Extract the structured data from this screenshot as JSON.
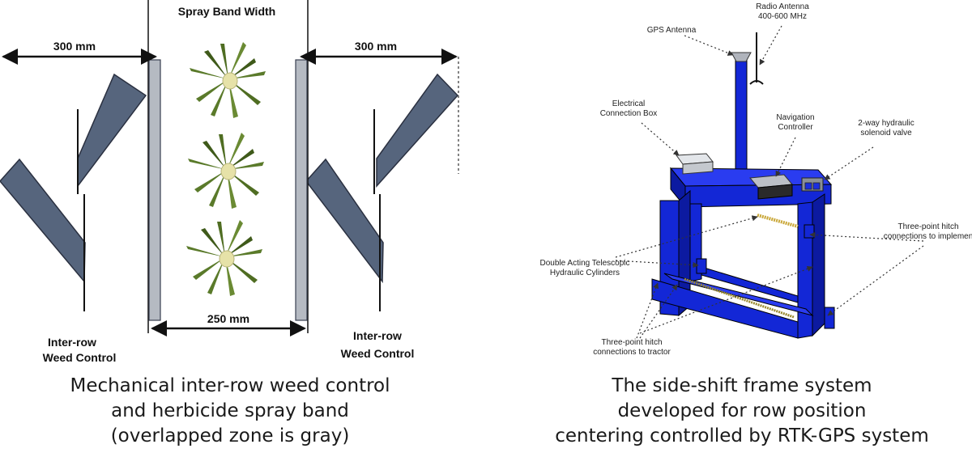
{
  "left_panel": {
    "spray_band_title": "Spray Band Width",
    "dim_left": "300 mm",
    "dim_right": "300 mm",
    "dim_center": "250 mm",
    "weed_left": [
      "Inter-row",
      "Weed Control"
    ],
    "weed_right": [
      "Inter-row",
      "Weed Control"
    ],
    "caption": [
      "Mechanical inter-row weed control",
      "and herbicide spray band",
      "(overlapped zone is gray)"
    ]
  },
  "right_panel": {
    "labels": {
      "radio_antenna": [
        "Radio Antenna",
        "400-600 MHz"
      ],
      "gps_antenna": "GPS Antenna",
      "electrical_box": [
        "Electrical",
        "Connection Box"
      ],
      "navigation_controller": [
        "Navigation",
        "Controller"
      ],
      "solenoid_valve": [
        "2-way hydraulic",
        "solenoid valve"
      ],
      "hitch_implement": [
        "Three-point hitch",
        "connections to implemen"
      ],
      "cylinders": [
        "Double Acting Telescopic",
        "Hydraulic Cylinders"
      ],
      "hitch_tractor": [
        "Three-point hitch",
        "connections to tractor"
      ]
    },
    "caption": [
      "The side-shift frame system",
      "developed for row position",
      "centering controlled by RTK-GPS system"
    ]
  },
  "colors": {
    "blade": "#56657d",
    "band_bar": "#b5bac2",
    "frame_blue": "#1327d6",
    "plant_leaf": "#5a7a2a",
    "plant_center": "#e6e2a8"
  }
}
